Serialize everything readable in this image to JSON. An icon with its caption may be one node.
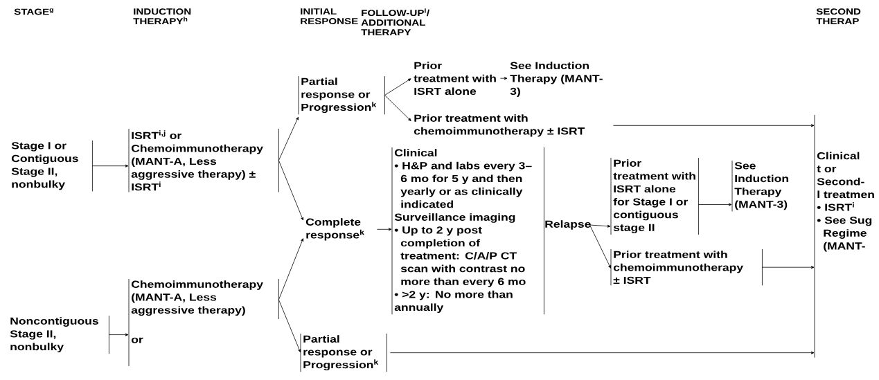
{
  "diagram": {
    "nodes": [
      {
        "text": [
          "Stage I or Contiguous Stage II, nonbulky"
        ]
      },
      {
        "text": [
          "ISRT$^{i,j}$ or Chemoimmunotherapy (MANT-A, Less aggressive therapy) ± ISRT$^{i}$"
        ]
      },
      {
        "text": [
          "Partial response or Progression$^{k}$"
        ]
      },
      {
        "text": [
          "Prior treatment with ISRT alone"
        ]
      },
      {
        "text": [
          "See Induction Therapy (MANT-3)"
        ]
      },
      {
        "text": [
          "Prior treatment with chemoimmunotherapy ± ISRT"
        ]
      },
      {
        "text": [
          "Complete response$^{k}$"
        ]
      },
      {
        "text": [
          "Clinical",
          "• H&P and labs every 3–6 mo for 5 y and then yearly or as clinically indicated",
          "Surveillance imaging",
          "• Up to 2 y post completion of treatment: C/A/P CT scan with contrast no more than every 6 mo",
          "• >2 y: No more than annually"
        ]
      },
      {
        "text": [
          "Relapse"
        ]
      },
      {
        "text": [
          "Prior treatment with ISRT alone for Stage I or contiguous stage II"
        ]
      },
      {
        "text": [
          "See Induction Therapy (MANT-3)"
        ]
      },
      {
        "text": [
          "Prior treatment with chemoimmunotherapy ± ISRT"
        ]
      },
      {
        "text": [
          "Clinical t or Second-l treatmen",
          "• ISRT$^{i}$",
          "• See Sug Regime (MANT-"
        ]
      },
      {
        "text": [
          "Noncontiguous Stage II, nonbulky"
        ]
      },
      {
        "text": [
          "Chemoimmunotherapy (MANT-A, Less aggressive therapy)",
          "or"
        ]
      },
      {
        "text": [
          "Partial response or Progression$^{k}$"
        ]
      }
    ],
    "edges": [
      {
        "from": 0,
        "to": 1,
        "arrow": "to"
      },
      {
        "from": 1,
        "to": 2,
        "arrow": "to"
      },
      {
        "from": 1,
        "to": 6,
        "arrow": "to"
      },
      {
        "from": 2,
        "to": 3,
        "arrow": "to"
      },
      {
        "from": 2,
        "to": 5,
        "arrow": "to"
      },
      {
        "from": 3,
        "to": 4,
        "arrow": "to"
      },
      {
        "from": 5,
        "to": 12,
        "arrow": "to"
      },
      {
        "from": 6,
        "to": 7,
        "arrow": "to"
      },
      {
        "from": 8,
        "to": 9,
        "arrow": "to"
      },
      {
        "from": 8,
        "to": 11,
        "arrow": "to"
      },
      {
        "from": 9,
        "to": 10,
        "arrow": "to"
      },
      {
        "from": 11,
        "to": 12,
        "arrow": "to"
      },
      {
        "from": 13,
        "to": 14,
        "arrow": "to"
      },
      {
        "from": 14,
        "to": 6,
        "arrow": "to"
      },
      {
        "from": 14,
        "to": 15,
        "arrow": "to"
      },
      {
        "from": 15,
        "to": 12,
        "arrow": "to"
      }
    ],
    "labels": [
      "STAGE$^{g}$",
      "INDUCTION THERAPY$^{h}$",
      "INITIAL RESPONSE",
      "FOLLOW-UP$^{l}$/ ADDITIONAL THERAPY",
      "SECOND THERAP"
    ]
  }
}
